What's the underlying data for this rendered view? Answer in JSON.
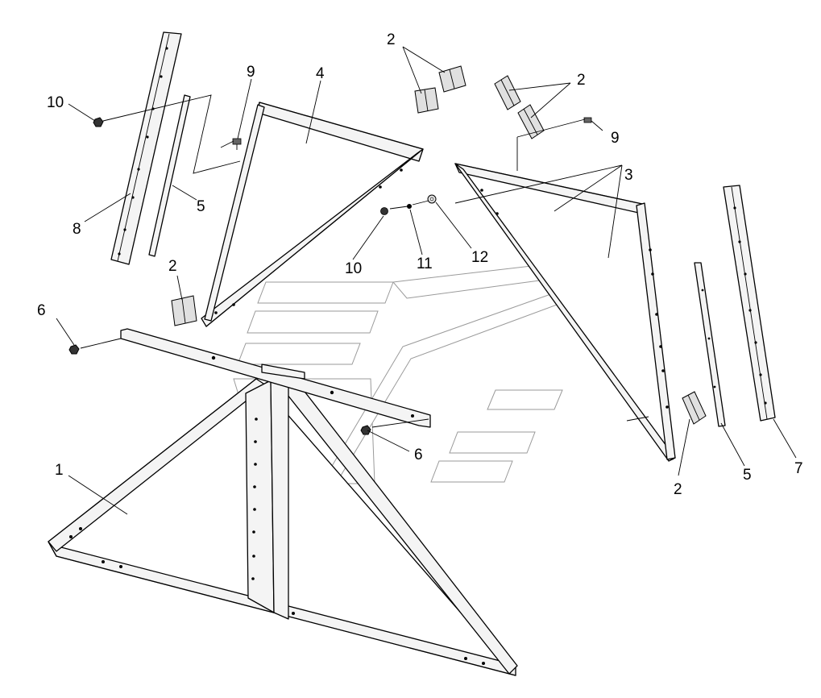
{
  "callouts": {
    "c1": "1",
    "c2a": "2",
    "c2b": "2",
    "c2c": "2",
    "c2d": "2",
    "c3": "3",
    "c4": "4",
    "c5a": "5",
    "c5b": "5",
    "c6a": "6",
    "c6b": "6",
    "c7": "7",
    "c8": "8",
    "c9a": "9",
    "c9b": "9",
    "c10a": "10",
    "c10b": "10",
    "c11": "11",
    "c12": "12"
  }
}
